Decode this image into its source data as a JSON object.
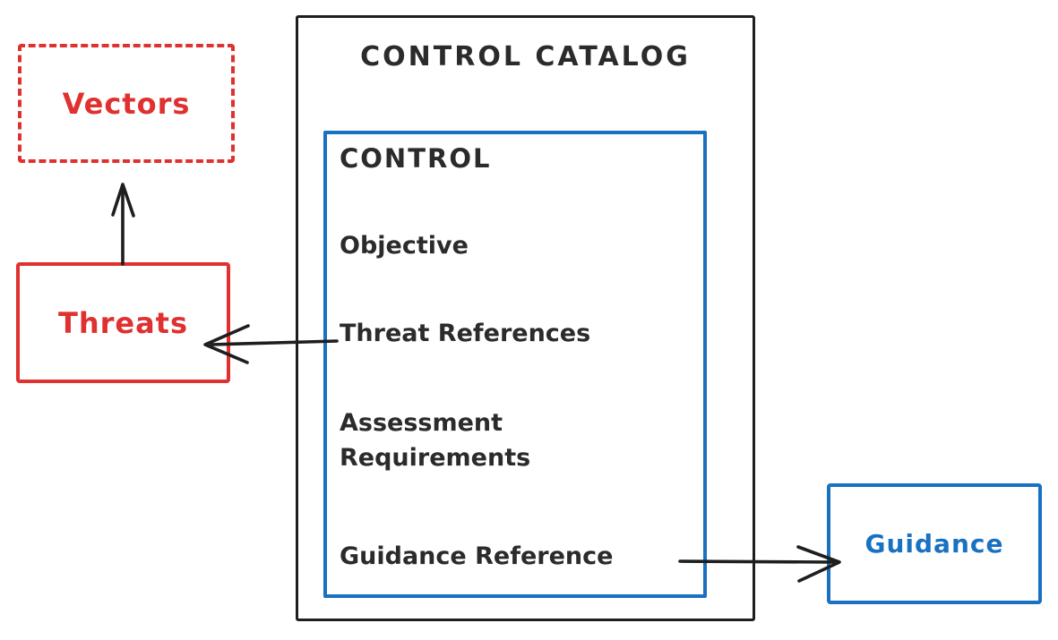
{
  "diagram": {
    "colors": {
      "red": "#e03131",
      "blue": "#1971c2",
      "dark": "#1e1e1e",
      "background": "#ffffff"
    },
    "nodes": {
      "vectors": {
        "label": "Vectors",
        "style": "dashed-red-box"
      },
      "threats": {
        "label": "Threats",
        "style": "solid-red-box"
      },
      "guidance": {
        "label": "Guidance",
        "style": "solid-blue-box"
      },
      "control_catalog": {
        "title": "CONTROL CATALOG",
        "style": "solid-dark-box"
      },
      "control": {
        "title": "CONTROL",
        "style": "solid-blue-box",
        "fields": [
          {
            "label": "Objective"
          },
          {
            "label": "Threat References"
          },
          {
            "label": "Assessment Requirements"
          },
          {
            "label": "Guidance Reference"
          }
        ]
      }
    },
    "arrows": [
      {
        "name": "threats-to-vectors",
        "from": "threats",
        "to": "vectors",
        "direction": "up"
      },
      {
        "name": "threat-references-to-threats",
        "from": "control.threat_references",
        "to": "threats",
        "direction": "left"
      },
      {
        "name": "guidance-reference-to-guidance",
        "from": "control.guidance_reference",
        "to": "guidance",
        "direction": "right"
      }
    ]
  }
}
